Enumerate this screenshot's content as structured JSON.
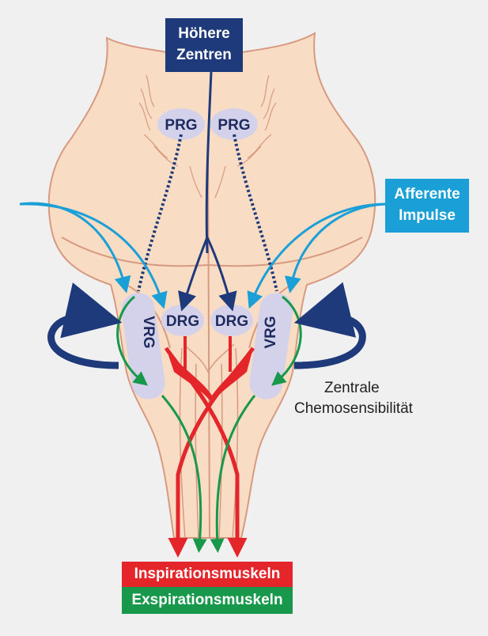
{
  "labels": {
    "hoehere_zentren": [
      "Höhere",
      "Zentren"
    ],
    "afferente_impulse": [
      "Afferente",
      "Impulse"
    ],
    "prg": "PRG",
    "drg": "DRG",
    "vrg": "VRG",
    "zentrale_chemo": [
      "Zentrale",
      "Chemosensibilität"
    ],
    "inspirationsmuskeln": "Inspirationsmuskeln",
    "exspirationsmuskeln": "Exspirationsmuskeln"
  },
  "colors": {
    "background": "#f0f0f1",
    "brainstem": "#f9dcc4",
    "outline": "#d79a80",
    "nucleus": "#d4d2ea",
    "navy": "#1e3a7a",
    "light_blue": "#1aa0d6",
    "red": "#e4252a",
    "green": "#17984a"
  }
}
